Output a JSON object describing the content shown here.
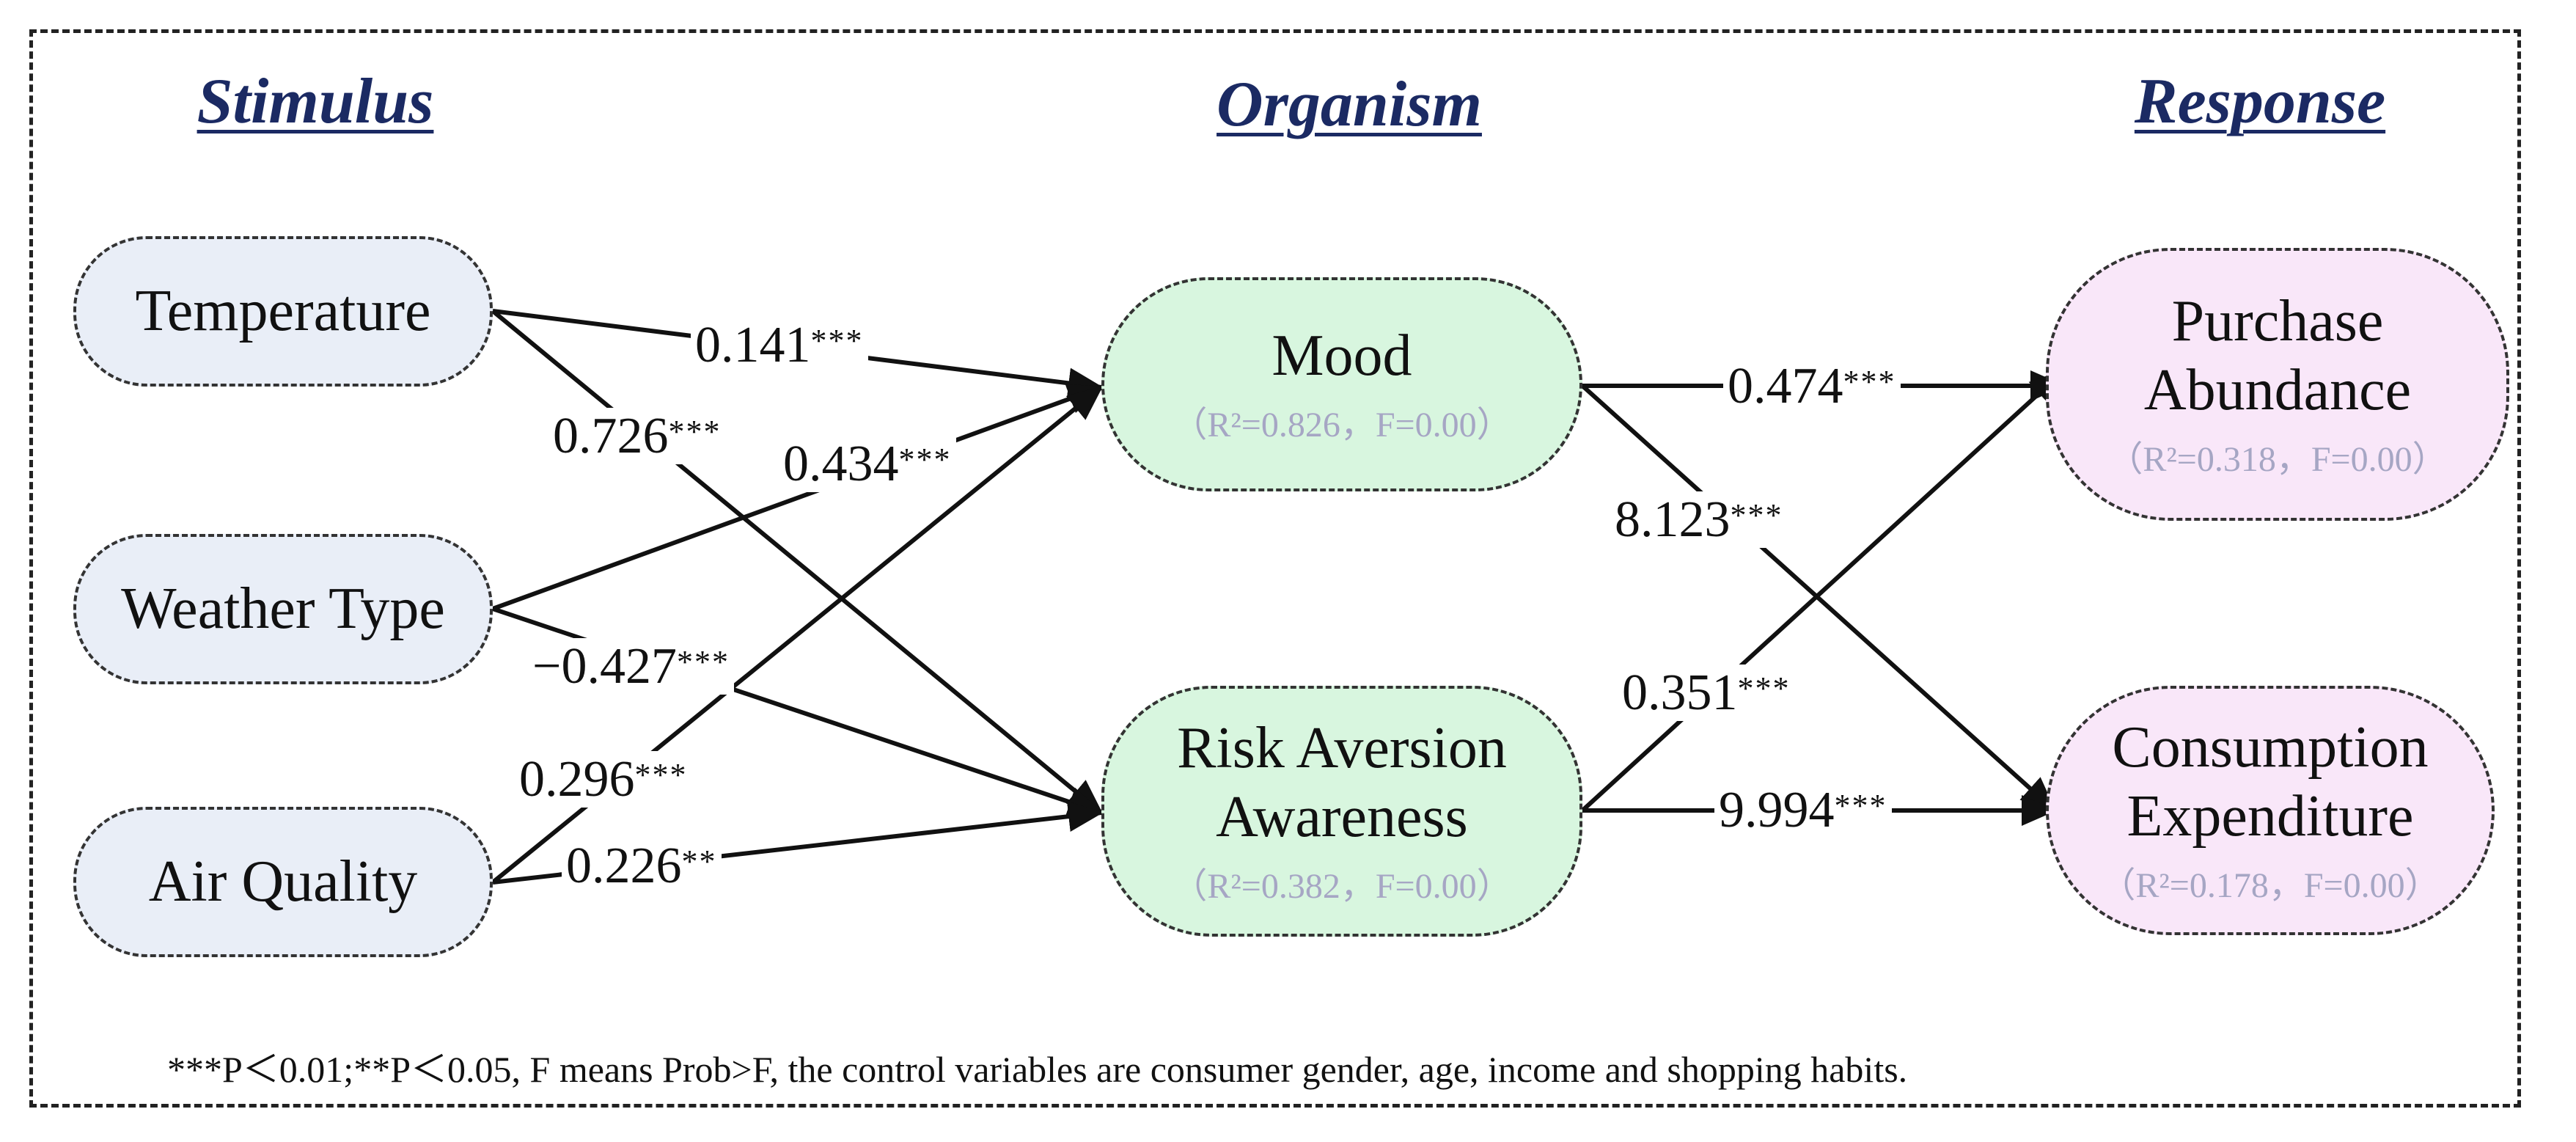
{
  "headings": {
    "stimulus": "Stimulus",
    "organism": "Organism",
    "response": "Response"
  },
  "nodes": {
    "temperature": {
      "label": "Temperature"
    },
    "weather_type": {
      "label": "Weather Type"
    },
    "air_quality": {
      "label": "Air Quality"
    },
    "mood": {
      "label": "Mood",
      "stat": "（R²=0.826，F=0.00）"
    },
    "risk_aversion": {
      "label": "Risk Aversion\nAwareness",
      "stat": "（R²=0.382，F=0.00）"
    },
    "purchase_abundance": {
      "label": "Purchase\nAbundance",
      "stat": "（R²=0.318，F=0.00）"
    },
    "consumption_expenditure": {
      "label": "Consumption\nExpenditure",
      "stat": "（R²=0.178，F=0.00）"
    }
  },
  "paths": [
    {
      "id": "temp_mood",
      "from": "Temperature",
      "to": "Mood",
      "coef": "0.141",
      "sig": "***"
    },
    {
      "id": "temp_risk",
      "from": "Temperature",
      "to": "Risk Aversion Awareness",
      "coef": "0.726",
      "sig": "***"
    },
    {
      "id": "weather_mood",
      "from": "Weather Type",
      "to": "Mood",
      "coef": "0.434",
      "sig": "***"
    },
    {
      "id": "weather_risk",
      "from": "Weather Type",
      "to": "Risk Aversion Awareness",
      "coef": "−0.427",
      "sig": "***"
    },
    {
      "id": "air_mood",
      "from": "Air Quality",
      "to": "Mood",
      "coef": "0.296",
      "sig": "***"
    },
    {
      "id": "air_risk",
      "from": "Air Quality",
      "to": "Risk Aversion Awareness",
      "coef": "0.226",
      "sig": "**"
    },
    {
      "id": "mood_purchase",
      "from": "Mood",
      "to": "Purchase Abundance",
      "coef": "0.474",
      "sig": "***"
    },
    {
      "id": "mood_consumption",
      "from": "Mood",
      "to": "Consumption Expenditure",
      "coef": "8.123",
      "sig": "***"
    },
    {
      "id": "risk_purchase",
      "from": "Risk Aversion Awareness",
      "to": "Purchase Abundance",
      "coef": "0.351",
      "sig": "***"
    },
    {
      "id": "risk_consumption",
      "from": "Risk Aversion Awareness",
      "to": "Consumption Expenditure",
      "coef": "9.994",
      "sig": "***"
    }
  ],
  "footnote": "***P＜0.01;**P＜0.05, F means Prob>F, the control variables are consumer gender, age, income and shopping habits.",
  "colors": {
    "heading": "#1b2a63",
    "stimulus_fill": "#e9eef7",
    "organism_fill": "#d8f6df",
    "response_fill": "#f9e7f9",
    "stat_text": "#a6a6c4"
  }
}
